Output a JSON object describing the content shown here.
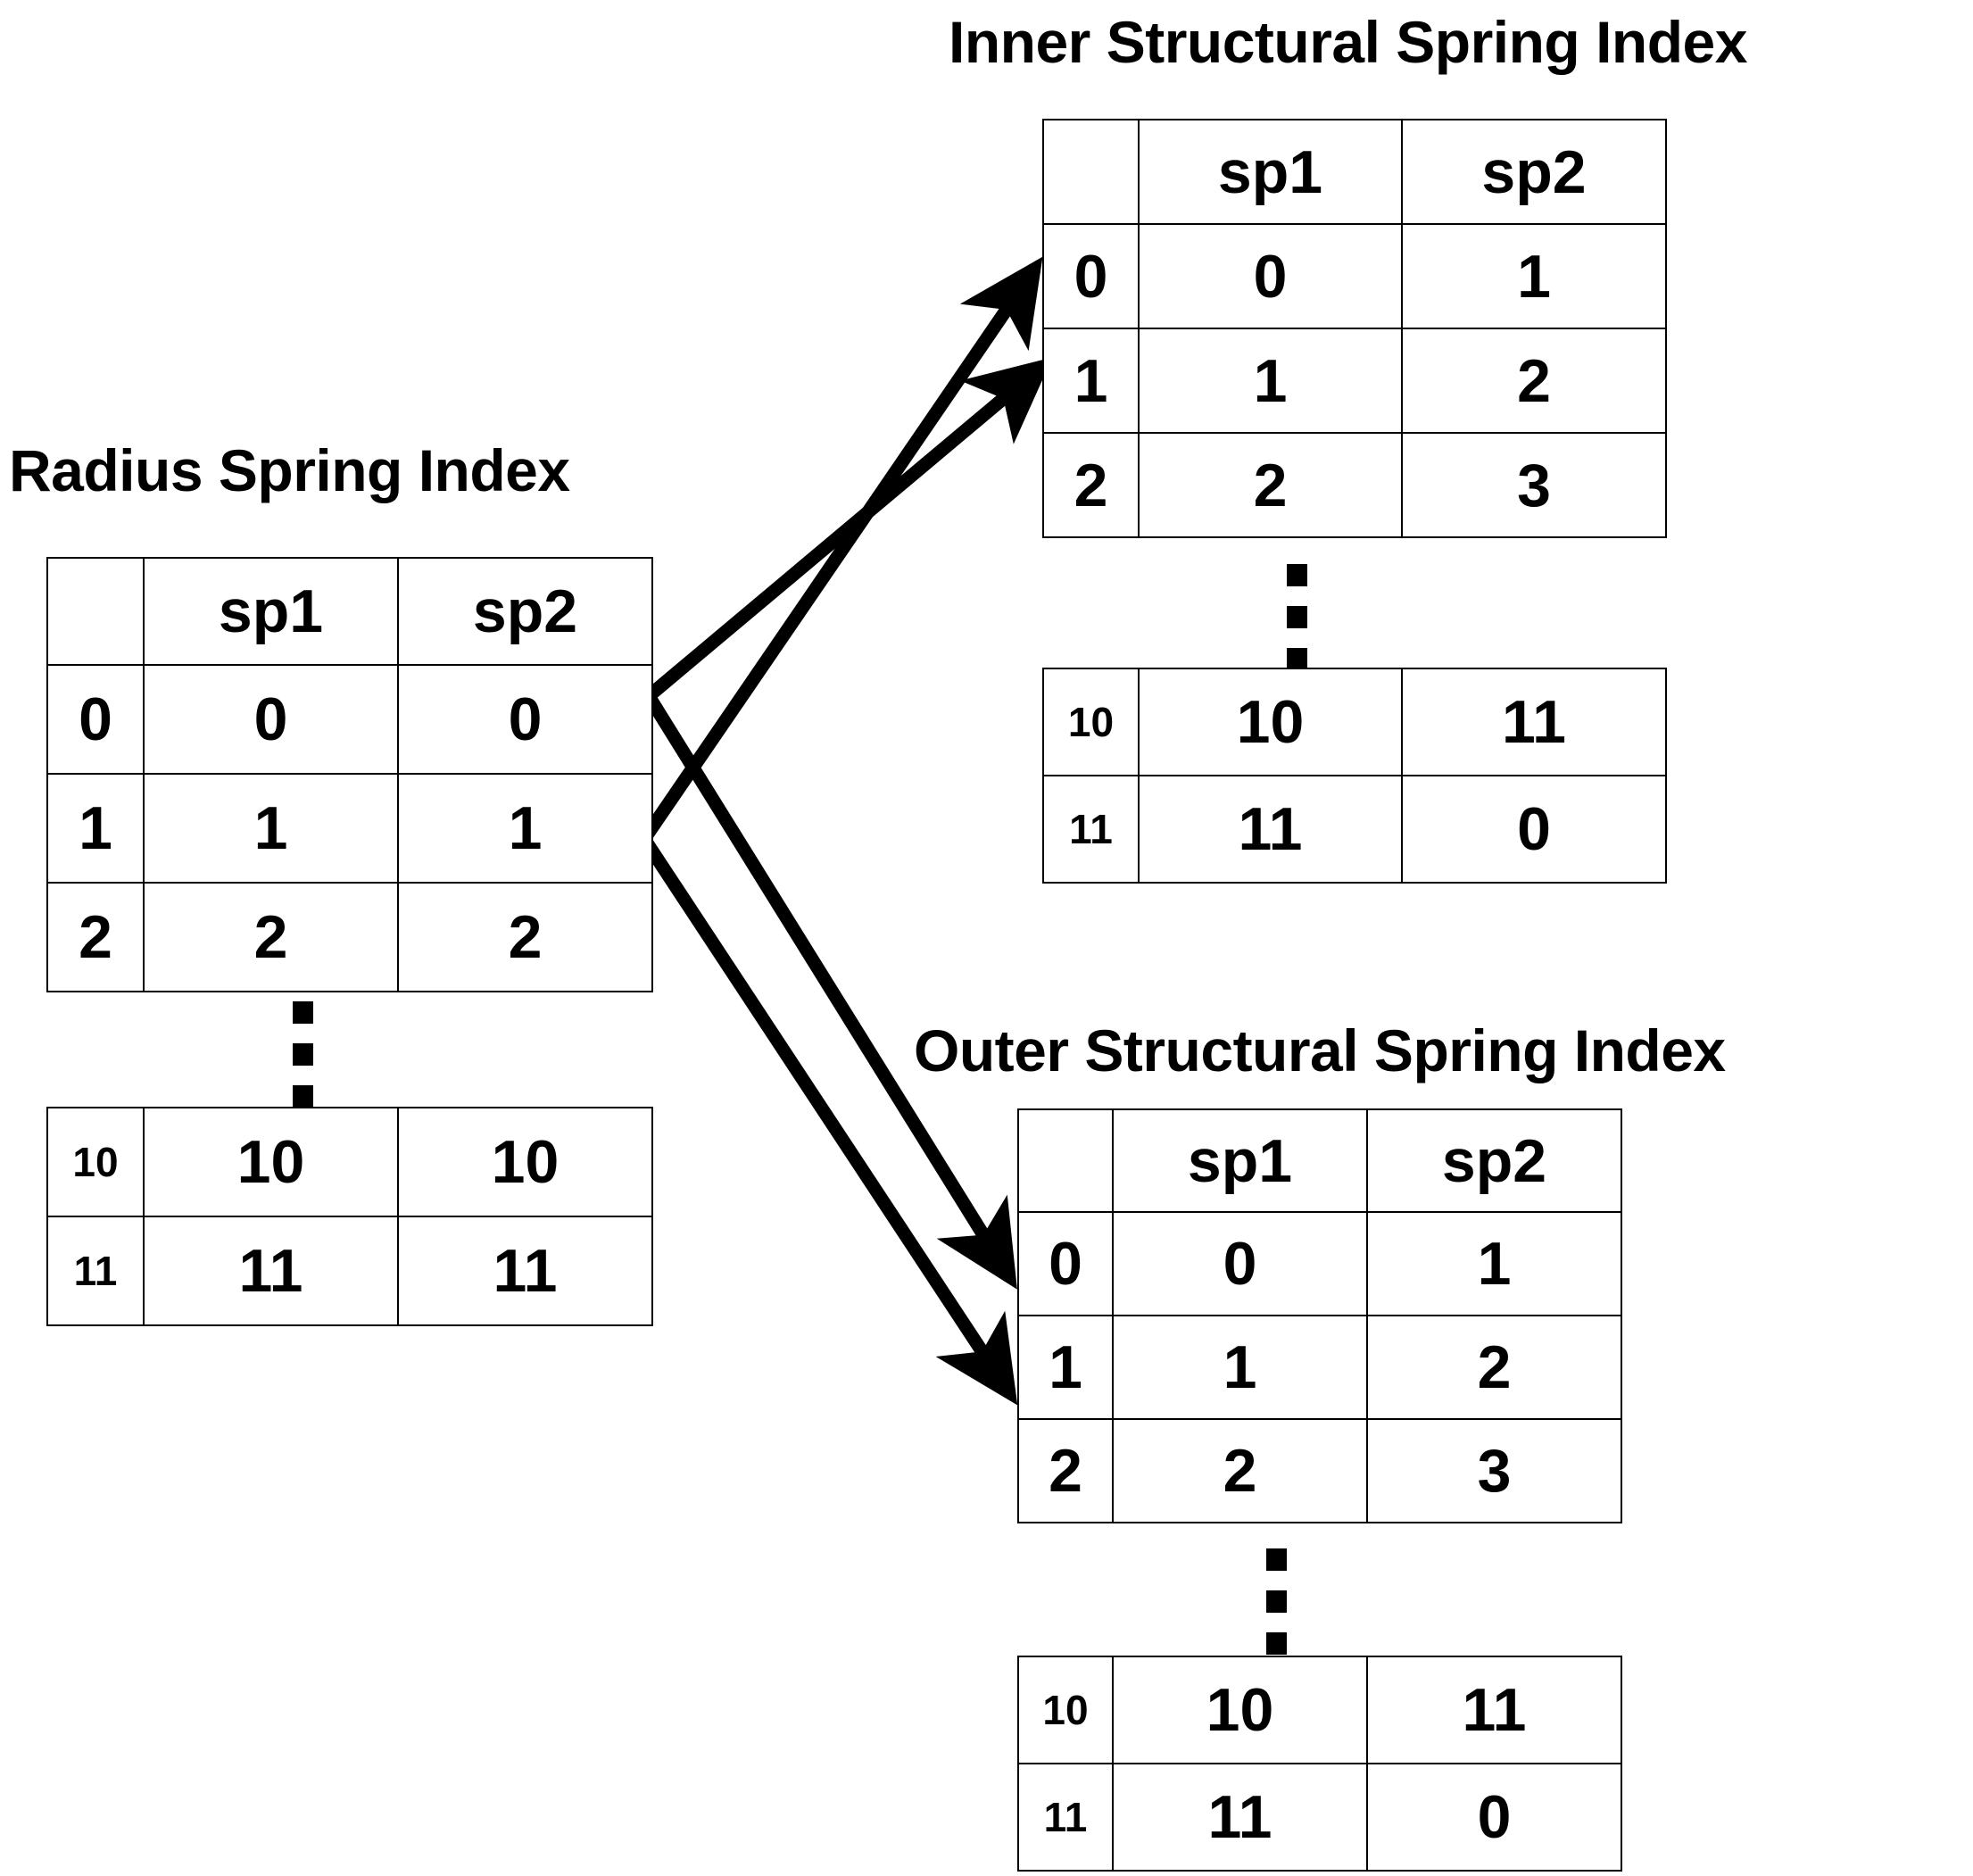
{
  "diagram": {
    "columns": [
      "sp1",
      "sp2"
    ],
    "ellipsis_glyph": "vertical-ellipsis"
  },
  "radius_table": {
    "title": "Radius Spring Index",
    "header": {
      "corner": "",
      "col1": "sp1",
      "col2": "sp2"
    },
    "top_rows": [
      {
        "index": "0",
        "sp1": "0",
        "sp2": "0"
      },
      {
        "index": "1",
        "sp1": "1",
        "sp2": "1"
      },
      {
        "index": "2",
        "sp1": "2",
        "sp2": "2"
      }
    ],
    "bottom_rows": [
      {
        "index": "10",
        "sp1": "10",
        "sp2": "10"
      },
      {
        "index": "11",
        "sp1": "11",
        "sp2": "11"
      }
    ]
  },
  "inner_table": {
    "title": "Inner Structural Spring Index",
    "header": {
      "corner": "",
      "col1": "sp1",
      "col2": "sp2"
    },
    "top_rows": [
      {
        "index": "0",
        "sp1": "0",
        "sp2": "1"
      },
      {
        "index": "1",
        "sp1": "1",
        "sp2": "2"
      },
      {
        "index": "2",
        "sp1": "2",
        "sp2": "3"
      }
    ],
    "bottom_rows": [
      {
        "index": "10",
        "sp1": "10",
        "sp2": "11"
      },
      {
        "index": "11",
        "sp1": "11",
        "sp2": "0"
      }
    ]
  },
  "outer_table": {
    "title": "Outer Structural Spring Index",
    "header": {
      "corner": "",
      "col1": "sp1",
      "col2": "sp2"
    },
    "top_rows": [
      {
        "index": "0",
        "sp1": "0",
        "sp2": "1"
      },
      {
        "index": "1",
        "sp1": "1",
        "sp2": "2"
      },
      {
        "index": "2",
        "sp1": "2",
        "sp2": "3"
      }
    ],
    "bottom_rows": [
      {
        "index": "10",
        "sp1": "10",
        "sp2": "11"
      },
      {
        "index": "11",
        "sp1": "11",
        "sp2": "0"
      }
    ]
  },
  "connectors": {
    "color": "#000000",
    "arrows": [
      {
        "name": "radius-to-inner-row0",
        "from": "radius-table-right",
        "to": "inner-row-0"
      },
      {
        "name": "radius-to-inner-row1",
        "from": "radius-table-right",
        "to": "inner-row-1"
      },
      {
        "name": "radius-to-outer-row0",
        "from": "radius-table-right",
        "to": "outer-row-0"
      },
      {
        "name": "radius-to-outer-row1",
        "from": "radius-table-right",
        "to": "outer-row-1"
      }
    ]
  }
}
